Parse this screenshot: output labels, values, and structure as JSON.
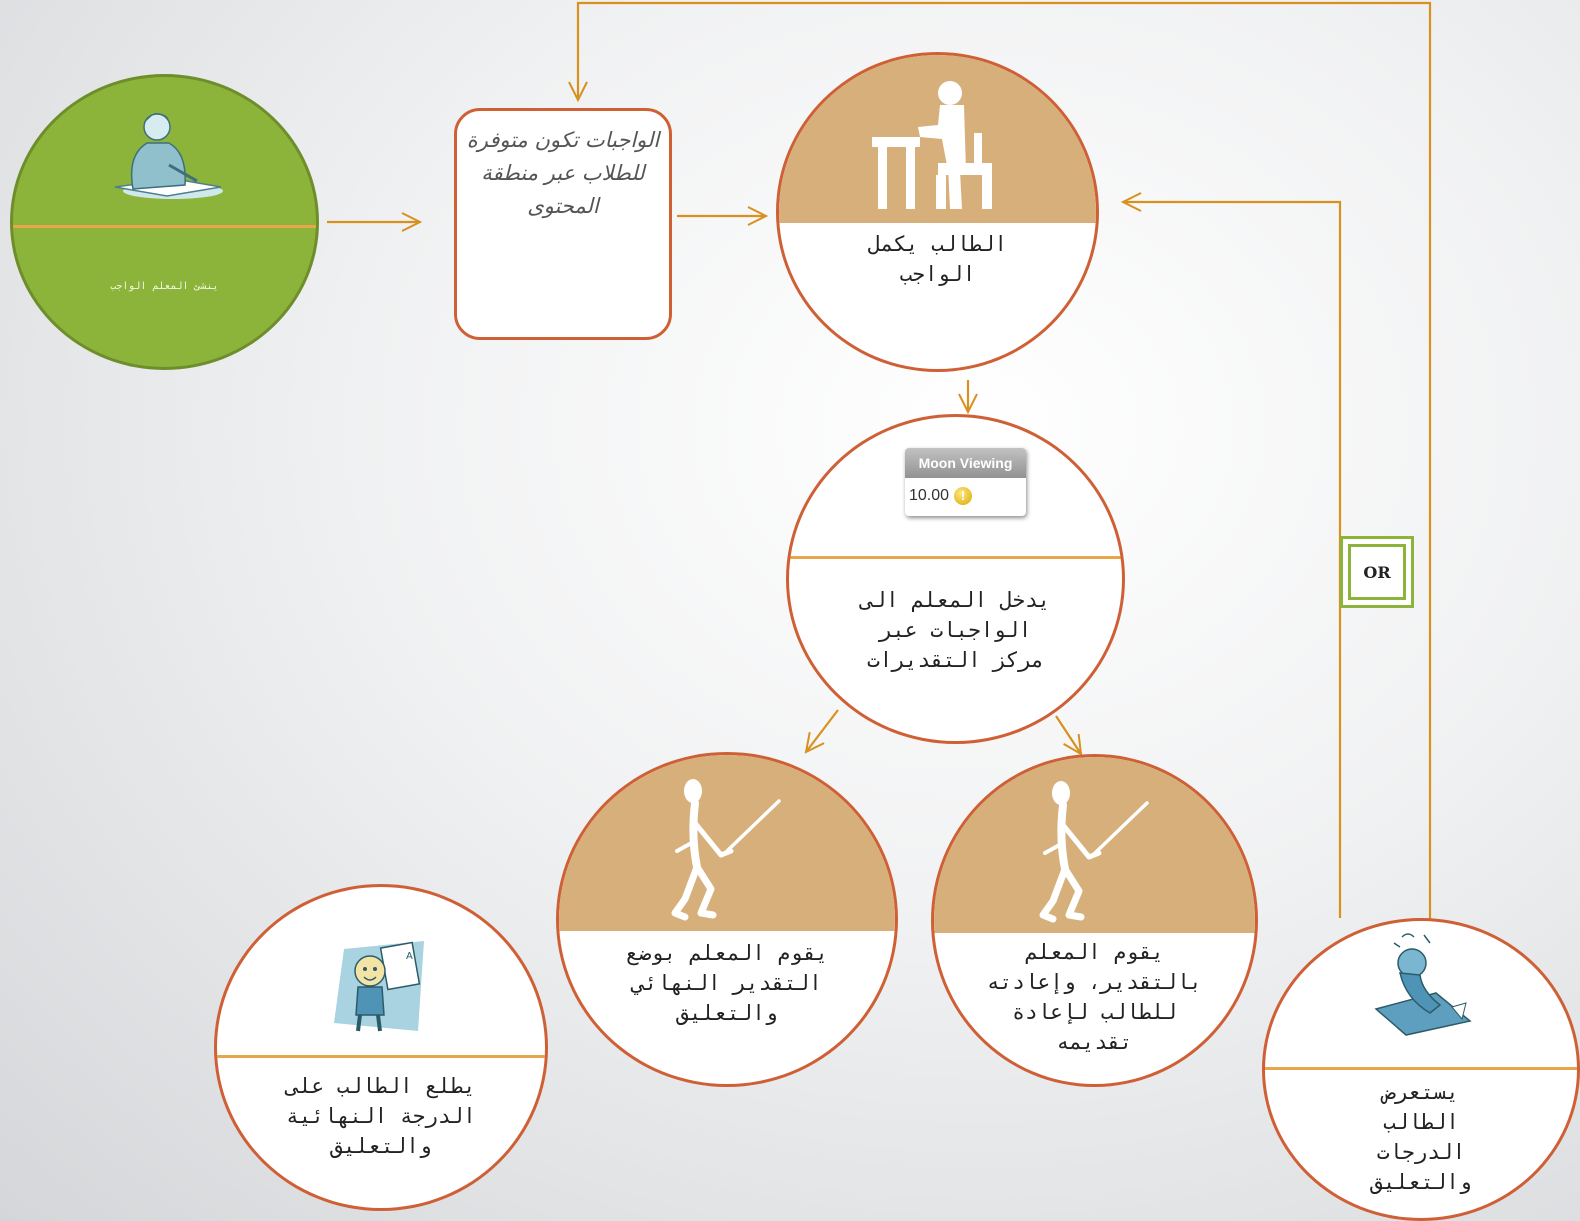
{
  "colors": {
    "circle_border": "#cf5f35",
    "tan_fill": "#d6af7a",
    "green_fill": "#8db43a",
    "connector": "#d8901e",
    "divider": "#e8a64a"
  },
  "nodes": {
    "teacher_create": {
      "label": "ينشئ المعلم الواجب",
      "icon": "teacher-writing-icon"
    },
    "available": {
      "label": "الواجبات تكون متوفرة للطلاب عبر منطقة المحتوى"
    },
    "student_complete": {
      "label": "الطالب يكمل الواجب",
      "icon": "student-desk-icon"
    },
    "grade_center": {
      "label": "يدخل المعلم الى الواجبات عبر مركز التقديرات",
      "card_title": "Moon Viewing",
      "card_value": "10.00",
      "card_icon": "exclamation-icon"
    },
    "final_grade": {
      "label": "يقوم المعلم بوضع التقدير النهائي والتعليق",
      "icon": "pointer-stick-figure-icon"
    },
    "resubmit": {
      "label": "يقوم المعلم بالتقدير، وإعادته للطالب لإعادة تقديمه",
      "icon": "pointer-stick-figure-icon"
    },
    "student_view_final": {
      "label": "يطلع الطالب على الدرجة النهائية والتعليق",
      "icon": "student-grade-paper-icon"
    },
    "student_review": {
      "label": "يستعرض الطالب الدرجات والتعليق",
      "icon": "frustrated-student-icon"
    }
  },
  "or_label": "OR"
}
